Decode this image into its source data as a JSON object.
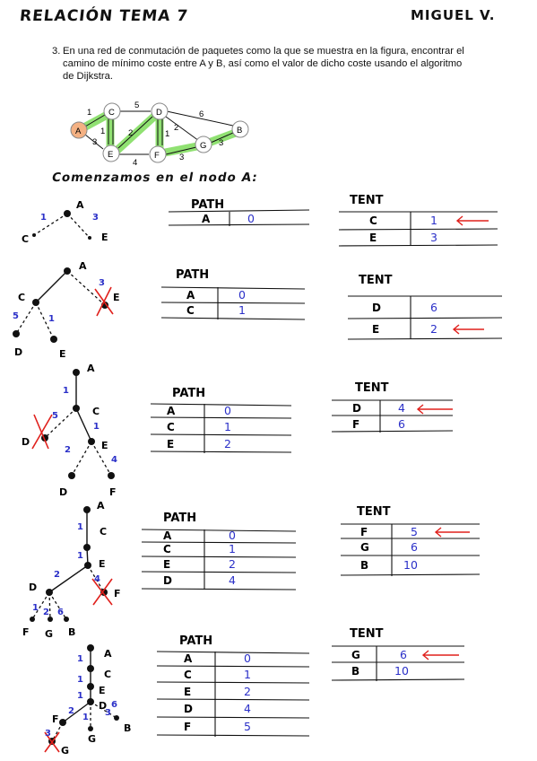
{
  "header": {
    "title": "RELACIÓN TEMA 7",
    "author": "MIGUEL V."
  },
  "problem": {
    "number": "3.",
    "text": "En una red de conmutación de paquetes como la que se muestra en la figura, encontrar el camino de mínimo coste entre A y B, así como el valor de dicho coste usando el algoritmo de Dijkstra."
  },
  "graph": {
    "nodes": [
      "A",
      "C",
      "D",
      "B",
      "E",
      "F",
      "G"
    ],
    "weights": [
      "1",
      "5",
      "6",
      "3",
      "2",
      "1",
      "2",
      "1",
      "4",
      "3",
      "3"
    ]
  },
  "intro": "Comenzamos en el nodo A:",
  "steps": [
    {
      "tree": {
        "nodes": [
          "A",
          "C",
          "E"
        ],
        "weights": [
          "1",
          "3"
        ]
      },
      "path": {
        "title": "PATH",
        "rows": [
          [
            "A",
            "0"
          ]
        ]
      },
      "tent": {
        "title": "TENT",
        "rows": [
          [
            "C",
            "1"
          ],
          [
            "E",
            "3"
          ]
        ],
        "selected_row": 0
      }
    },
    {
      "tree": {
        "nodes": [
          "A",
          "C",
          "E",
          "D",
          "E"
        ],
        "weights": [
          "3",
          "5",
          "1"
        ]
      },
      "path": {
        "title": "PATH",
        "rows": [
          [
            "A",
            "0"
          ],
          [
            "C",
            "1"
          ]
        ]
      },
      "tent": {
        "title": "TENT",
        "rows": [
          [
            "D",
            "6"
          ],
          [
            "E",
            "2"
          ]
        ],
        "selected_row": 1
      }
    },
    {
      "tree": {
        "nodes": [
          "A",
          "C",
          "D",
          "E",
          "D",
          "F"
        ],
        "weights": [
          "1",
          "5",
          "1",
          "2",
          "4"
        ]
      },
      "path": {
        "title": "PATH",
        "rows": [
          [
            "A",
            "0"
          ],
          [
            "C",
            "1"
          ],
          [
            "E",
            "2"
          ]
        ]
      },
      "tent": {
        "title": "TENT",
        "rows": [
          [
            "D",
            "4"
          ],
          [
            "F",
            "6"
          ]
        ],
        "selected_row": 0
      }
    },
    {
      "tree": {
        "nodes": [
          "A",
          "C",
          "E",
          "D",
          "F",
          "F",
          "G",
          "B"
        ],
        "weights": [
          "1",
          "1",
          "2",
          "4",
          "1",
          "2",
          "6"
        ]
      },
      "path": {
        "title": "PATH",
        "rows": [
          [
            "A",
            "0"
          ],
          [
            "C",
            "1"
          ],
          [
            "E",
            "2"
          ],
          [
            "D",
            "4"
          ]
        ]
      },
      "tent": {
        "title": "TENT",
        "rows": [
          [
            "F",
            "5"
          ],
          [
            "G",
            "6"
          ],
          [
            "B",
            "10"
          ]
        ],
        "selected_row": 0
      }
    },
    {
      "tree": {
        "nodes": [
          "A",
          "C",
          "E",
          "D",
          "F",
          "G",
          "B",
          "G"
        ],
        "weights": [
          "1",
          "1",
          "1",
          "2",
          "1",
          "3",
          "6",
          "3"
        ]
      },
      "path": {
        "title": "PATH",
        "rows": [
          [
            "A",
            "0"
          ],
          [
            "C",
            "1"
          ],
          [
            "E",
            "2"
          ],
          [
            "D",
            "4"
          ],
          [
            "F",
            "5"
          ]
        ]
      },
      "tent": {
        "title": "TENT",
        "rows": [
          [
            "G",
            "6"
          ],
          [
            "B",
            "10"
          ]
        ],
        "selected_row": 0
      }
    }
  ],
  "colors": {
    "ink": "#111111",
    "pen_blue": "#2b30c8",
    "marker_red": "#e0201c",
    "highlight_green": "#7ddc5a",
    "node_a_fill": "#f4b183"
  }
}
